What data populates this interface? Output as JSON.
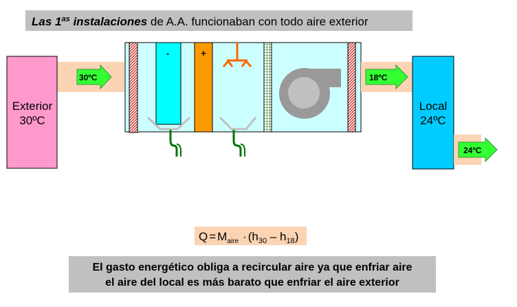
{
  "title": {
    "bold_italic": "Las 1",
    "superscript": "as",
    "bold_italic_2": " instalaciones",
    "rest": " de A.A. funcionaban con todo aire exterior"
  },
  "exterior": {
    "label": "Exterior",
    "temp": "30ºC"
  },
  "local": {
    "label": "Local",
    "temp": "24ºC"
  },
  "arrows": {
    "inlet": "30ºC",
    "supply": "18ºC",
    "exhaust": "24ºC"
  },
  "coils": {
    "cooling_sign": "-",
    "heating_sign": "+"
  },
  "formula": {
    "q": "Q",
    "eq": "=",
    "m": "M",
    "m_sub": "aire",
    "dot": "·",
    "open": "(h",
    "sub1": "30",
    "minus": " – h",
    "sub2": "18",
    "close": ")"
  },
  "footer": {
    "line1": "El gasto energético obliga a recircular aire ya que enfriar aire",
    "line2": "el aire del local es más barato que enfriar el aire exterior"
  },
  "colors": {
    "exterior": "#ff99cc",
    "local": "#00ccff",
    "band": "#fbd4b4",
    "arrow": "#33ff33",
    "unit": "#ccffff",
    "cooling": "#00ffff",
    "heating": "#ff9900"
  }
}
